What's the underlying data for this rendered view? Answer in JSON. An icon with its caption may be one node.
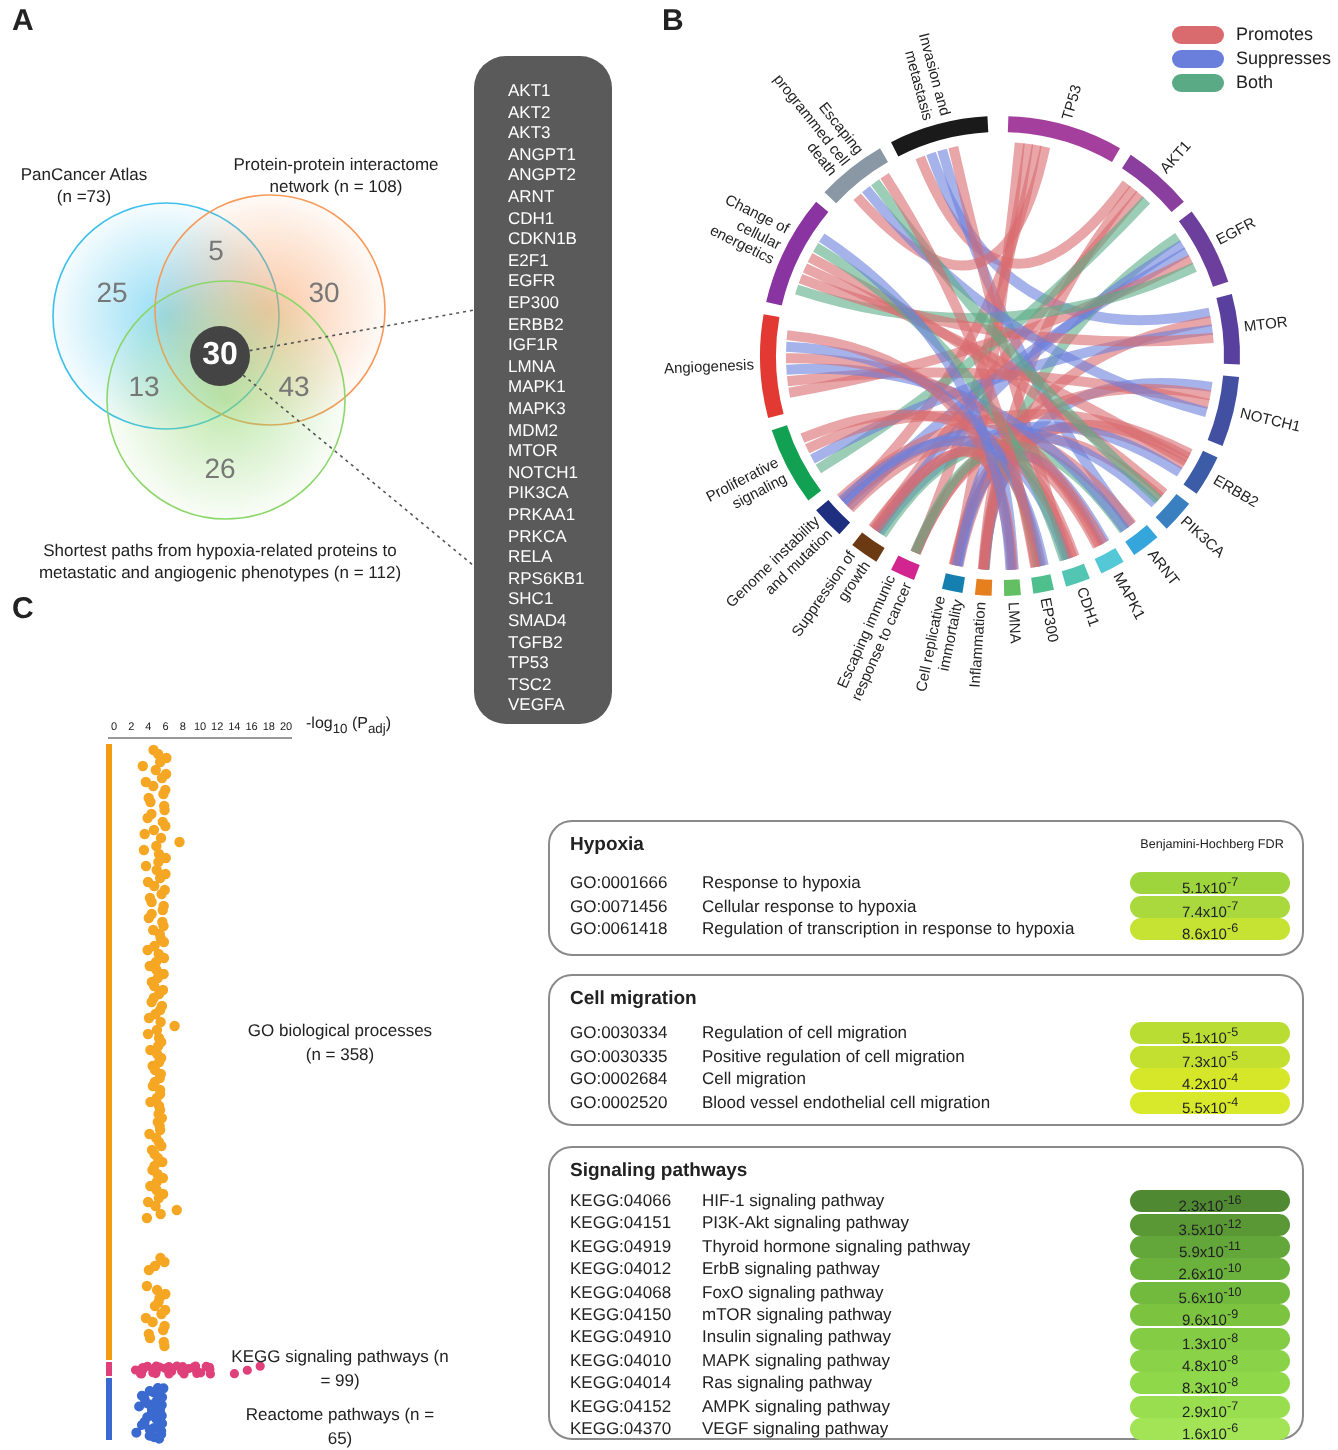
{
  "diagram": {
    "nodes": [
      {
        "text": [
          "PanCancer Atlas (n =73)"
        ]
      },
      {
        "text": [
          "Protein-protein interactome network (n = 108)"
        ]
      },
      {
        "text": [
          "Shortest paths from hypoxia-related proteins to metastatic and angiogenic phenotypes (n = 112)"
        ]
      },
      {
        "text": [
          "30"
        ]
      },
      {
        "text": [
          "AKT1",
          "AKT2",
          "AKT3",
          "ANGPT1",
          "ANGPT2",
          "ARNT",
          "CDH1",
          "CDKN1B",
          "E2F1",
          "EGFR",
          "EP300",
          "ERBB2",
          "IGF1R",
          "LMNA",
          "MAPK1",
          "MAPK3",
          "MDM2",
          "MTOR",
          "NOTCH1",
          "PIK3CA",
          "PRKAA1",
          "PRKCA",
          "RELA",
          "RPS6KB1",
          "SHC1",
          "SMAD4",
          "TGFB2",
          "TP53",
          "TSC2",
          "VEGFA"
        ]
      },
      {
        "text": [
          "Hypoxia"
        ]
      },
      {
        "text": [
          "Cell migration"
        ]
      },
      {
        "text": [
          "Signaling pathways"
        ]
      }
    ],
    "edges": [
      {
        "from": 3,
        "to": 4,
        "arrow": "none",
        "style": "dashed"
      },
      {
        "from": 3,
        "to": 4,
        "arrow": "none",
        "style": "dashed"
      }
    ],
    "labels": [
      "A",
      "25",
      "5",
      "30",
      "13",
      "43",
      "26",
      "B",
      "Escaping programmed cell death",
      "Invasion and metastasis",
      "TP53",
      "AKT1",
      "EGFR",
      "Change of cellular energetics",
      "MTOR",
      "Angiogenesis",
      "NOTCH1",
      "ERBB2",
      "Proliferative signaling",
      "PIK3CA",
      "ARNT",
      "Genome instability and mutation",
      "Suppression of growth",
      "Escaping immunic response to cancer",
      "Cell replicative immortality",
      "Inflammation",
      "LMNA",
      "EP300",
      "CDH1",
      "MAPK1",
      "C",
      "0",
      "2",
      "4",
      "6",
      "8",
      "10",
      "12",
      "14",
      "16",
      "18",
      "20",
      "-log$_{10}$ (P$_{adj}$)",
      "GO biological processes (n = 358)",
      "KEGG signaling pathways (n = 99)",
      "Reactome pathways (n = 65)",
      "Benjamini-Hochberg FDR",
      "GO:0001666",
      "Response to hypoxia",
      "5.1x10$^{-7}$",
      "GO:0071456",
      "Cellular response to hypoxia",
      "7.4x10$^{-7}$",
      "GO:0061418",
      "Regulation of transcription in response to hypoxia",
      "8.6x10$^{-6}$",
      "GO:0030334",
      "Regulation of cell migration",
      "5.1x10$^{-5}$",
      "GO:0030335",
      "Positive regulation of cell migration",
      "7.3x10$^{-5}$",
      "GO:0002684",
      "Cell migration",
      "4.2x10$^{-4}$",
      "GO:0002520",
      "Blood vessel endothelial cell migration",
      "5.5x10$^{-4}$",
      "KEGG:04066",
      "HIF-1 signaling pathway",
      "2.3x10$^{-16}$",
      "KEGG:04151",
      "PI3K-Akt signaling pathway",
      "3.5x10$^{-12}$",
      "KEGG:04919",
      "Thyroid hormone signaling pathway",
      "5.9x10$^{-11}$",
      "KEGG:04012",
      "ErbB signaling pathway",
      "2.6x10$^{-10}$",
      "KEGG:04068",
      "FoxO signaling pathway",
      "5.6x10$^{-10}$",
      "KEGG:04150",
      "mTOR signaling pathway",
      "9.6x10$^{-9}$",
      "KEGG:04910",
      "Insulin signaling pathway",
      "1.3x10$^{-8}$",
      "KEGG:04010",
      "MAPK signaling pathway",
      "4.8x10$^{-8}$",
      "KEGG:04014",
      "Ras signaling pathway",
      "8.3x10$^{-8}$",
      "KEGG:04152",
      "AMPK signaling pathway",
      "2.9x10$^{-7}$",
      "KEGG:04370",
      "VEGF signaling pathway",
      "1.6x10$^{-6}$"
    ],
    "legend": [
      {
        "text": "Promotes",
        "color": "#d96a6e"
      },
      {
        "text": "Suppresses",
        "color": "#6a7fdc"
      },
      {
        "text": "Both",
        "color": "#5aab85"
      }
    ]
  }
}
